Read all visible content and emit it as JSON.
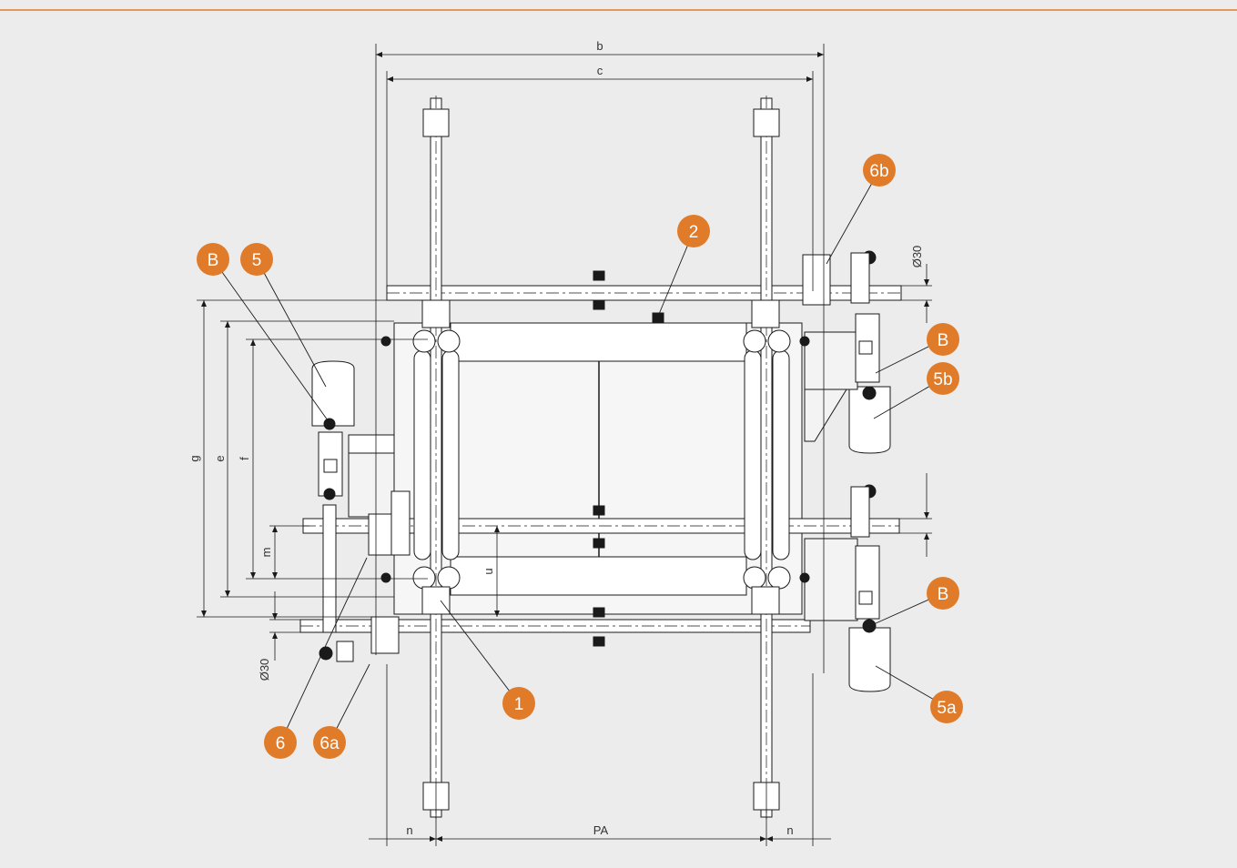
{
  "colors": {
    "background": "#ececec",
    "accent": "#e07b2a",
    "line": "#1a1a1a",
    "frame_fill": "#f6f6f6"
  },
  "dimensions": {
    "b": "b",
    "c": "c",
    "g": "g",
    "e": "e",
    "f": "f",
    "m": "m",
    "u": "u",
    "pa": "PA",
    "n_left": "n",
    "n_right": "n",
    "dia_top_right": "Ø30",
    "dia_bottom_left": "Ø30"
  },
  "callouts": [
    {
      "id": "1",
      "label": "1"
    },
    {
      "id": "2",
      "label": "2"
    },
    {
      "id": "5",
      "label": "5"
    },
    {
      "id": "5a",
      "label": "5a"
    },
    {
      "id": "5b",
      "label": "5b"
    },
    {
      "id": "6",
      "label": "6"
    },
    {
      "id": "6a",
      "label": "6a"
    },
    {
      "id": "6b",
      "label": "6b"
    },
    {
      "id": "B-left",
      "label": "B"
    },
    {
      "id": "B-right-upper",
      "label": "B"
    },
    {
      "id": "B-right-lower",
      "label": "B"
    }
  ]
}
